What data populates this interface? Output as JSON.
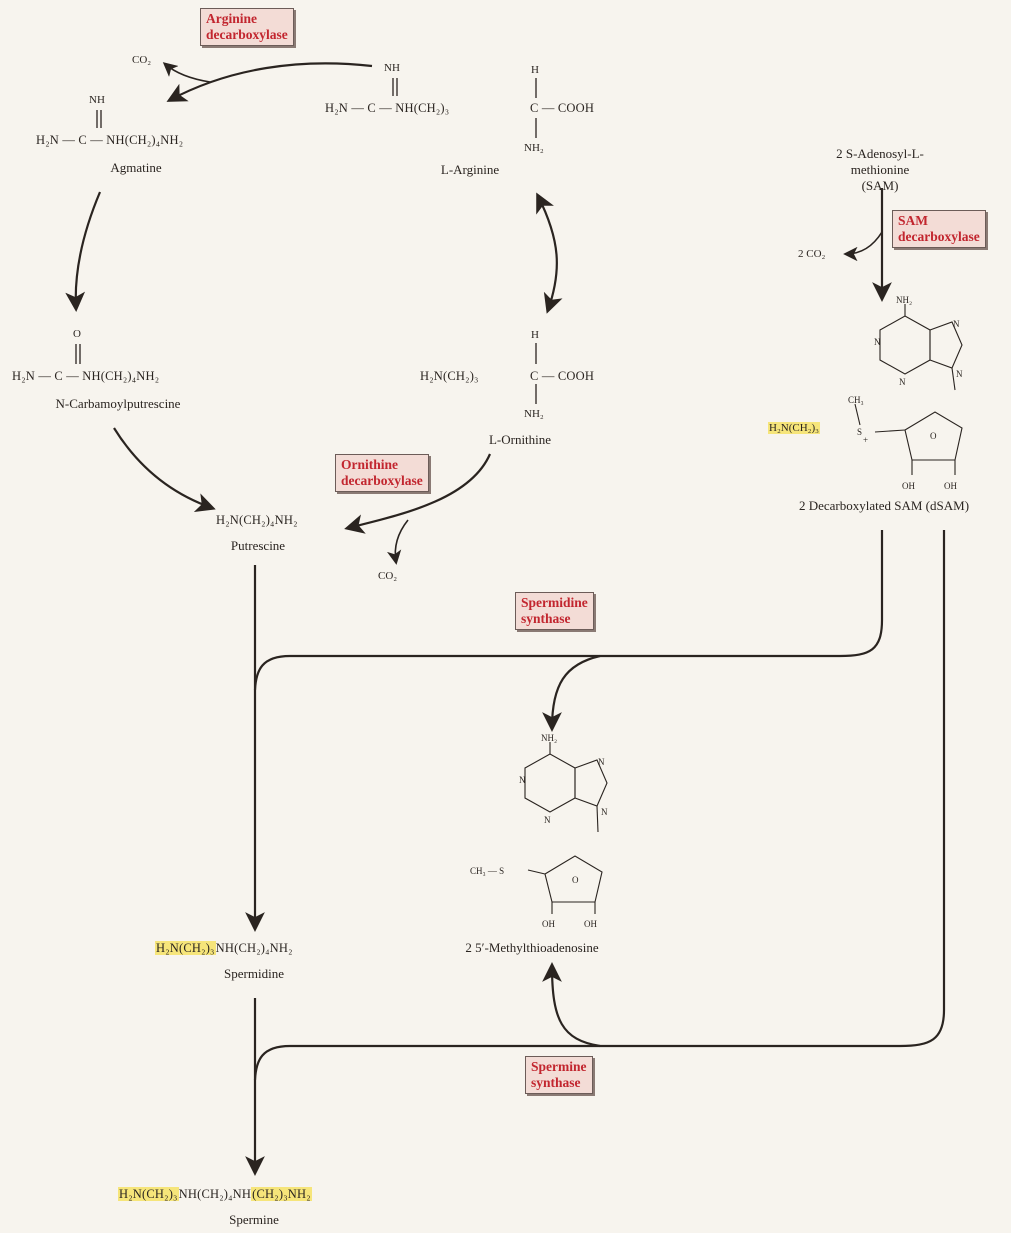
{
  "enzymes": {
    "arginine_decarboxylase": "Arginine\ndecarboxylase",
    "sam_decarboxylase": "SAM\ndecarboxylase",
    "ornithine_decarboxylase": "Ornithine\ndecarboxylase",
    "spermidine_synthase": "Spermidine\nsynthase",
    "spermine_synthase": "Spermine\nsynthase"
  },
  "compounds": {
    "arginine": {
      "name": "L-Arginine",
      "top_group": "NH",
      "formula_left": "H₂N — C — NH(CH₂)₃",
      "alpha": "C — COOH",
      "h": "H",
      "nh2": "NH₂"
    },
    "agmatine": {
      "name": "Agmatine",
      "top_group": "NH",
      "formula": "H₂N — C — NH(CH₂)₄NH₂"
    },
    "carbamoylputrescine": {
      "name": "N-Carbamoylputrescine",
      "top_group": "O",
      "formula": "H₂N — C — NH(CH₂)₄NH₂"
    },
    "ornithine": {
      "name": "L-Ornithine",
      "formula_left": "H₂N(CH₂)₃",
      "alpha": "C — COOH",
      "h": "H",
      "nh2": "NH₂"
    },
    "putrescine": {
      "name": "Putrescine",
      "formula": "H₂N(CH₂)₄NH₂"
    },
    "sam": {
      "name": "2 S-Adenosyl-L-methionine\n(SAM)"
    },
    "dsam": {
      "name": "2 Decarboxylated SAM (dSAM)",
      "aminopropyl": "H₂N(CH₂)₃",
      "methyl": "CH₃",
      "sulfur": "S",
      "charge": "+"
    },
    "mta": {
      "name": "2 5′-Methylthioadenosine",
      "methyl_s": "CH₃ — S"
    },
    "spermidine": {
      "name": "Spermidine",
      "highlight": "H₂N(CH₂)₃",
      "rest": "NH(CH₂)₄NH₂"
    },
    "spermine": {
      "name": "Spermine",
      "highlight_left": "H₂N(CH₂)₃",
      "middle": "NH(CH₂)₄NH",
      "highlight_right": "(CH₂)₃NH₂"
    }
  },
  "byproducts": {
    "co2_arginine": "CO₂",
    "co2_sam": "2 CO₂",
    "co2_ornithine": "CO₂"
  },
  "ring_atoms": {
    "nh2": "NH₂",
    "n": "N",
    "oh": "OH",
    "o": "O"
  },
  "colors": {
    "enzyme_text": "#c2262f",
    "enzyme_box": "#f3dcd6",
    "highlight": "#f6e57a",
    "arrow": "#2a2420"
  }
}
